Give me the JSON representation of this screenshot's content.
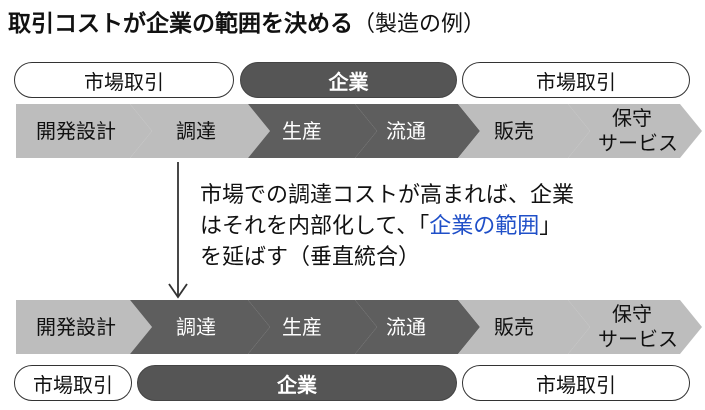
{
  "title": {
    "main": "取引コストが企業の範囲を決める",
    "sub": "（製造の例）"
  },
  "top": {
    "pills": [
      {
        "label": "市場取引"
      },
      {
        "label": "企業"
      },
      {
        "label": "市場取引"
      }
    ]
  },
  "bottom": {
    "pills": [
      {
        "label": "市場取引"
      },
      {
        "label": "企業"
      },
      {
        "label": "市場取引"
      }
    ]
  },
  "chain": {
    "stages": [
      {
        "line1": "開発設計",
        "line2": ""
      },
      {
        "line1": "調達",
        "line2": ""
      },
      {
        "line1": "生産",
        "line2": ""
      },
      {
        "line1": "流通",
        "line2": ""
      },
      {
        "line1": "販売",
        "line2": ""
      },
      {
        "line1": "保守",
        "line2": "サービス"
      }
    ]
  },
  "description": {
    "line1": "市場での調達コストが高まれば、企業",
    "line2_pre": "はそれを内部化して、「",
    "line2_hl": "企業の範囲",
    "line2_post": "」",
    "line3": "を延ばす（垂直統合）"
  },
  "colors": {
    "light_stage": "#bdbdbd",
    "dark_stage": "#5e5e5e",
    "corp_pill": "#555555",
    "highlight": "#1f4fc8"
  }
}
